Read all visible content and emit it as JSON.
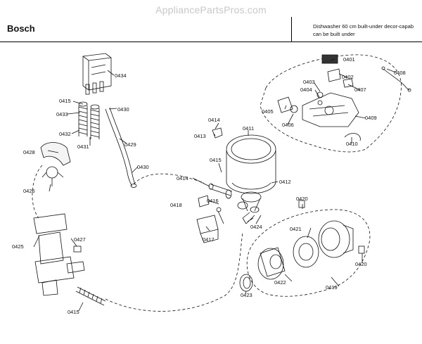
{
  "watermark": "AppliancePartsPros.com",
  "header": {
    "brand": "Bosch",
    "description_line1": "Dishwasher 60 cm built-under decor-capab",
    "description_line2": "can be built under"
  },
  "parts": [
    {
      "label": "0401"
    },
    {
      "label": "0402"
    },
    {
      "label": "0403"
    },
    {
      "label": "0404"
    },
    {
      "label": "0405"
    },
    {
      "label": "0406"
    },
    {
      "label": "0407"
    },
    {
      "label": "0408"
    },
    {
      "label": "0409"
    },
    {
      "label": "0410"
    },
    {
      "label": "0411"
    },
    {
      "label": "0412"
    },
    {
      "label": "0413"
    },
    {
      "label": "0414"
    },
    {
      "label": "0414"
    },
    {
      "label": "0415"
    },
    {
      "label": "0415"
    },
    {
      "label": "0415"
    },
    {
      "label": "0416"
    },
    {
      "label": "0417"
    },
    {
      "label": "0418"
    },
    {
      "label": "0419"
    },
    {
      "label": "0420"
    },
    {
      "label": "0420"
    },
    {
      "label": "0421"
    },
    {
      "label": "0422"
    },
    {
      "label": "0423"
    },
    {
      "label": "0424"
    },
    {
      "label": "0425"
    },
    {
      "label": "0426"
    },
    {
      "label": "0427"
    },
    {
      "label": "0428"
    },
    {
      "label": "0429"
    },
    {
      "label": "0430"
    },
    {
      "label": "0430"
    },
    {
      "label": "0431"
    },
    {
      "label": "0432"
    },
    {
      "label": "0433"
    },
    {
      "label": "0434"
    }
  ]
}
